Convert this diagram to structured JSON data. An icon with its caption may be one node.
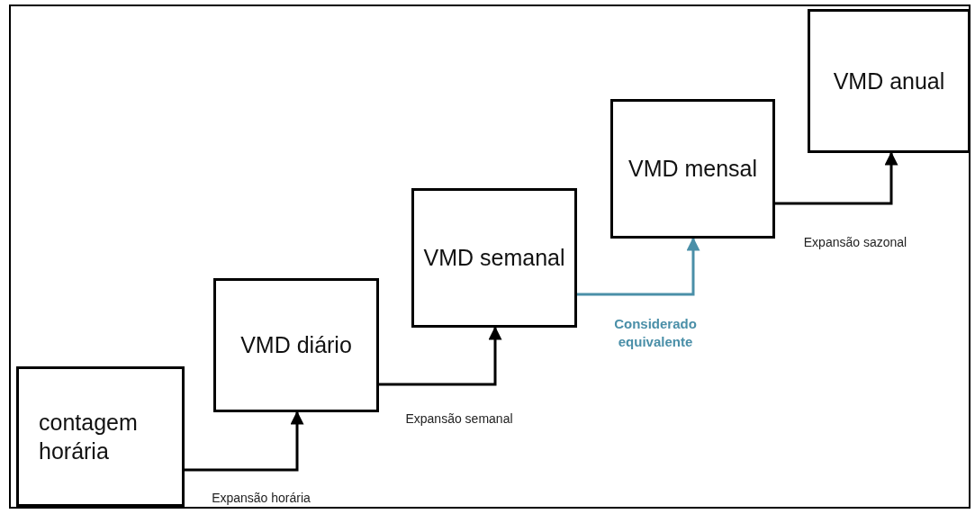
{
  "diagram": {
    "nodes": [
      {
        "text": [
          "contagem horária"
        ]
      },
      {
        "text": [
          "VMD diário"
        ]
      },
      {
        "text": [
          "VMD semanal"
        ]
      },
      {
        "text": [
          "VMD mensal"
        ]
      },
      {
        "text": [
          "VMD anual"
        ]
      }
    ],
    "edges": [
      {
        "from": 0,
        "to": 1,
        "arrow": "to",
        "label": "Expansão horária"
      },
      {
        "from": 1,
        "to": 2,
        "arrow": "to",
        "label": "Expansão semanal"
      },
      {
        "from": 2,
        "to": 3,
        "arrow": "to",
        "label": "Considerado equivalente",
        "color": "#4a8fa8"
      },
      {
        "from": 3,
        "to": 4,
        "arrow": "to",
        "label": "Expansão sazonal"
      }
    ]
  }
}
